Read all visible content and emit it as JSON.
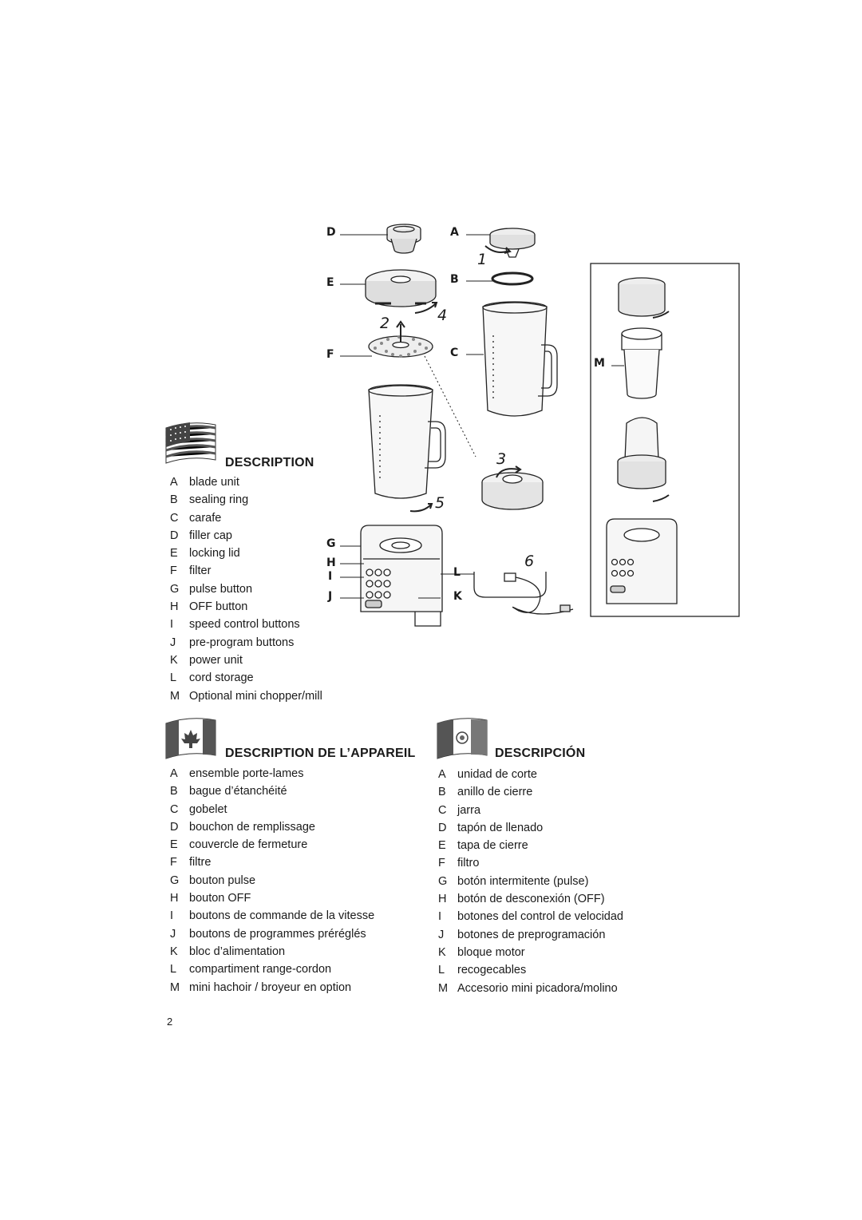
{
  "callouts": {
    "A": "A",
    "B": "B",
    "C": "C",
    "D": "D",
    "E": "E",
    "F": "F",
    "G": "G",
    "H": "H",
    "I": "I",
    "J": "J",
    "K": "K",
    "L": "L",
    "M": "M"
  },
  "steps": {
    "s1": "1",
    "s2": "2",
    "s3": "3",
    "s4": "4",
    "s5": "5",
    "s6": "6"
  },
  "english": {
    "heading": "DESCRIPTION",
    "flag_icon": "usa-flag-icon",
    "items": [
      {
        "key": "A",
        "text": "blade unit"
      },
      {
        "key": "B",
        "text": "sealing ring"
      },
      {
        "key": "C",
        "text": "carafe"
      },
      {
        "key": "D",
        "text": "filler cap"
      },
      {
        "key": "E",
        "text": "locking lid"
      },
      {
        "key": "F",
        "text": "filter"
      },
      {
        "key": "G",
        "text": "pulse button"
      },
      {
        "key": "H",
        "text": "OFF button"
      },
      {
        "key": "I",
        "text": "speed control buttons"
      },
      {
        "key": "J",
        "text": "pre-program buttons"
      },
      {
        "key": "K",
        "text": "power unit"
      },
      {
        "key": "L",
        "text": "cord storage"
      },
      {
        "key": "M",
        "text": "Optional mini chopper/mill"
      }
    ]
  },
  "french": {
    "heading": "DESCRIPTION DE L’APPAREIL",
    "flag_icon": "canada-flag-icon",
    "items": [
      {
        "key": "A",
        "text": "ensemble porte-lames"
      },
      {
        "key": "B",
        "text": "bague d’étanchéité"
      },
      {
        "key": "C",
        "text": "gobelet"
      },
      {
        "key": "D",
        "text": "bouchon de remplissage"
      },
      {
        "key": "E",
        "text": "couvercle de fermeture"
      },
      {
        "key": "F",
        "text": "filtre"
      },
      {
        "key": "G",
        "text": "bouton pulse"
      },
      {
        "key": "H",
        "text": "bouton OFF"
      },
      {
        "key": "I",
        "text": "boutons de commande de la vitesse"
      },
      {
        "key": "J",
        "text": "boutons de programmes préréglés"
      },
      {
        "key": "K",
        "text": "bloc d’alimentation"
      },
      {
        "key": "L",
        "text": "compartiment range-cordon"
      },
      {
        "key": "M",
        "text": "mini hachoir / broyeur en option"
      }
    ]
  },
  "spanish": {
    "heading": "DESCRIPCIÓN",
    "flag_icon": "mexico-flag-icon",
    "items": [
      {
        "key": "A",
        "text": "unidad de corte"
      },
      {
        "key": "B",
        "text": "anillo de cierre"
      },
      {
        "key": "C",
        "text": "jarra"
      },
      {
        "key": "D",
        "text": "tapón de llenado"
      },
      {
        "key": "E",
        "text": "tapa de cierre"
      },
      {
        "key": "F",
        "text": "filtro"
      },
      {
        "key": "G",
        "text": "botón intermitente (pulse)"
      },
      {
        "key": "H",
        "text": "botón de desconexión (OFF)"
      },
      {
        "key": "I",
        "text": "botones del control de velocidad"
      },
      {
        "key": "J",
        "text": "botones de preprogramación"
      },
      {
        "key": "K",
        "text": "bloque motor"
      },
      {
        "key": "L",
        "text": "recogecables"
      },
      {
        "key": "M",
        "text": "Accesorio mini picadora/molino"
      }
    ]
  },
  "page_number": "2"
}
